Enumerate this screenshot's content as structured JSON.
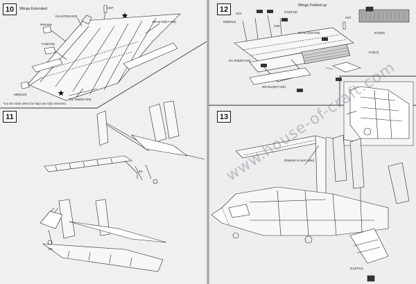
{
  "steps": {
    "s10": {
      "number": "10",
      "title": "Wings Extended",
      "labels": {
        "h07": "H07",
        "remove": "Remove",
        "d4": "D4+E7(D3+E8)",
        "f18": "F18(F19)",
        "d6": "D6+E10(D7+E9)",
        "m9": "M9(M10)",
        "d1": "D1+E6(D2+E5)"
      },
      "footnote": "*Cut the slats when the flaps are fully retracted"
    },
    "s11": {
      "number": "11",
      "labels": {
        "k5": "K5",
        "k6": "K6"
      }
    },
    "s12": {
      "number": "12",
      "title": "Wings Folded up",
      "labels": {
        "h21": "H21",
        "f16": "F16(F19)",
        "h07": "H07",
        "m9": "M9(M10)",
        "h29": "H29",
        "d4": "D4+E7(D3+E8)",
        "d1": "D1+E6(D2+E5)",
        "d7": "D7(D6)",
        "k1": "K1(K2)",
        "d8": "D8+E10(D7+E9)"
      }
    },
    "s13": {
      "number": "13",
      "labels": {
        "repeat": "(Repeat on port side)",
        "e12": "E12(F11)"
      }
    }
  },
  "watermark": "www.house-of-craft.com",
  "colors": {
    "ink": "#1a1a1a",
    "paper": "#f0f0ee",
    "watermark": "#6e7896"
  },
  "icons": [
    "star-icon",
    "arrow-icon"
  ]
}
